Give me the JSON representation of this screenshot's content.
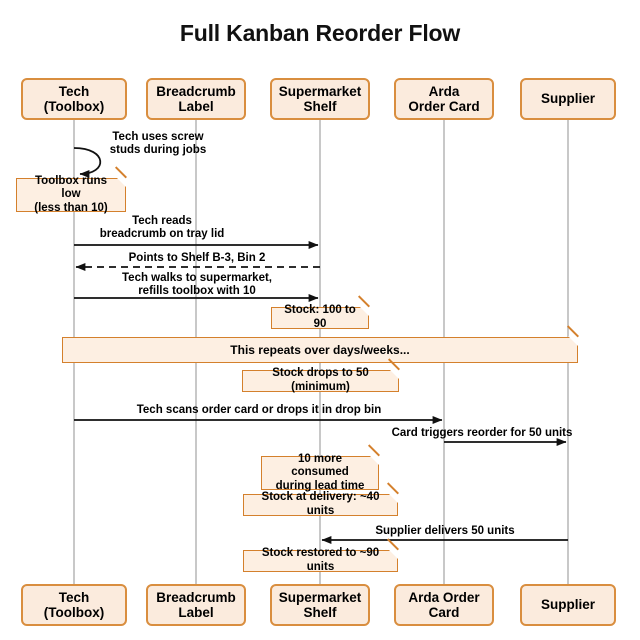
{
  "title": "Full Kanban Reorder Flow",
  "colors": {
    "participant_fill": "#FBEBDD",
    "participant_border": "#D98E3F",
    "note_fill": "#FDEFE2",
    "note_border": "#D4802C",
    "lifeline": "#BBBBBB",
    "arrow": "#111111",
    "background": "#FFFFFF"
  },
  "participants": [
    {
      "id": "tech",
      "label": "Tech\n(Toolbox)",
      "label_bottom": "Tech\n(Toolbox)"
    },
    {
      "id": "breadcrumb",
      "label": "Breadcrumb\nLabel",
      "label_bottom": "Breadcrumb\nLabel"
    },
    {
      "id": "shelf",
      "label": "Supermarket\nShelf",
      "label_bottom": "Supermarket\nShelf"
    },
    {
      "id": "card",
      "label": "Arda\nOrder Card",
      "label_bottom": "Arda Order\nCard"
    },
    {
      "id": "supplier",
      "label": "Supplier",
      "label_bottom": "Supplier"
    }
  ],
  "messages": [
    {
      "id": "m1",
      "text": "Tech uses screw\nstuds during jobs",
      "from": "tech",
      "to": "tech",
      "style": "self"
    },
    {
      "id": "m2",
      "text": "Tech reads\nbreadcrumb on tray lid",
      "from": "tech",
      "to": "shelf",
      "style": "solid"
    },
    {
      "id": "m3",
      "text": "Points to Shelf B-3, Bin 2",
      "from": "shelf",
      "to": "tech",
      "style": "dashed"
    },
    {
      "id": "m4",
      "text": "Tech walks to supermarket,\nrefills toolbox with 10",
      "from": "tech",
      "to": "shelf",
      "style": "solid"
    },
    {
      "id": "m5",
      "text": "Tech scans order card or drops it in drop bin",
      "from": "tech",
      "to": "card",
      "style": "solid"
    },
    {
      "id": "m6",
      "text": "Card triggers reorder for 50 units",
      "from": "card",
      "to": "supplier",
      "style": "solid"
    },
    {
      "id": "m7",
      "text": "Supplier delivers 50 units",
      "from": "supplier",
      "to": "shelf",
      "style": "solid"
    }
  ],
  "notes": [
    {
      "id": "n1",
      "text": "Toolbox runs low\n(less than 10)",
      "over": "tech"
    },
    {
      "id": "n2",
      "text": "Stock: 100 to 90",
      "over": "shelf"
    },
    {
      "id": "n3",
      "text": "This repeats over days/weeks...",
      "over": "all"
    },
    {
      "id": "n4",
      "text": "Stock drops to 50 (minimum)",
      "over": "shelf"
    },
    {
      "id": "n5",
      "text": "10 more consumed\nduring lead time",
      "over": "shelf"
    },
    {
      "id": "n6",
      "text": "Stock at delivery: ~40 units",
      "over": "shelf"
    },
    {
      "id": "n7",
      "text": "Stock restored to ~90 units",
      "over": "shelf"
    }
  ]
}
